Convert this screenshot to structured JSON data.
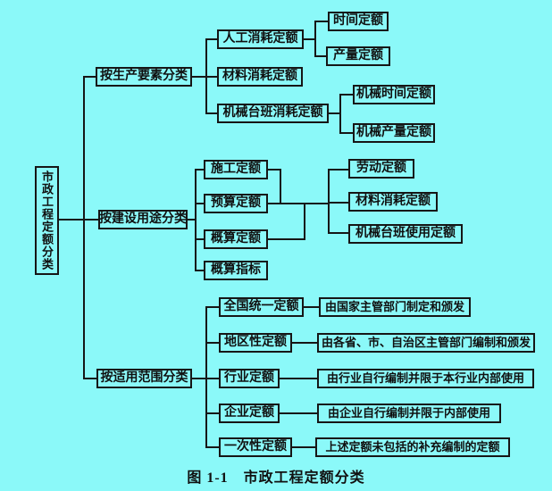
{
  "colors": {
    "background": "#8BF9F9",
    "line": "#161616",
    "text": "#101010"
  },
  "diagram": {
    "root": {
      "label": "市政工程定额分类"
    },
    "branches": [
      {
        "label": "按生产要素分类",
        "children": [
          {
            "label": "人工消耗定额",
            "children": [
              {
                "label": "时间定额"
              },
              {
                "label": "产量定额"
              }
            ]
          },
          {
            "label": "材料消耗定额"
          },
          {
            "label": "机械台班消耗定额",
            "children": [
              {
                "label": "机械时间定额"
              },
              {
                "label": "机械产量定额"
              }
            ]
          }
        ]
      },
      {
        "label": "按建设用途分类",
        "children": [
          {
            "label": "施工定额"
          },
          {
            "label": "预算定额"
          },
          {
            "label": "概算定额"
          },
          {
            "label": "概算指标"
          }
        ],
        "composition": [
          {
            "label": "劳动定额"
          },
          {
            "label": "材料消耗定额"
          },
          {
            "label": "机械台班使用定额"
          }
        ]
      },
      {
        "label": "按适用范围分类",
        "children": [
          {
            "label": "全国统一定额",
            "desc": "由国家主管部门制定和颁发"
          },
          {
            "label": "地区性定额",
            "desc": "由各省、市、自治区主管部门编制和颁发"
          },
          {
            "label": "行业定额",
            "desc": "由行业自行编制并限于本行业内部使用"
          },
          {
            "label": "企业定额",
            "desc": "由企业自行编制并限于内部使用"
          },
          {
            "label": "一次性定额",
            "desc": "上述定额未包括的补充编制的定额"
          }
        ]
      }
    ],
    "caption": "图 1-1　市政工程定额分类"
  }
}
